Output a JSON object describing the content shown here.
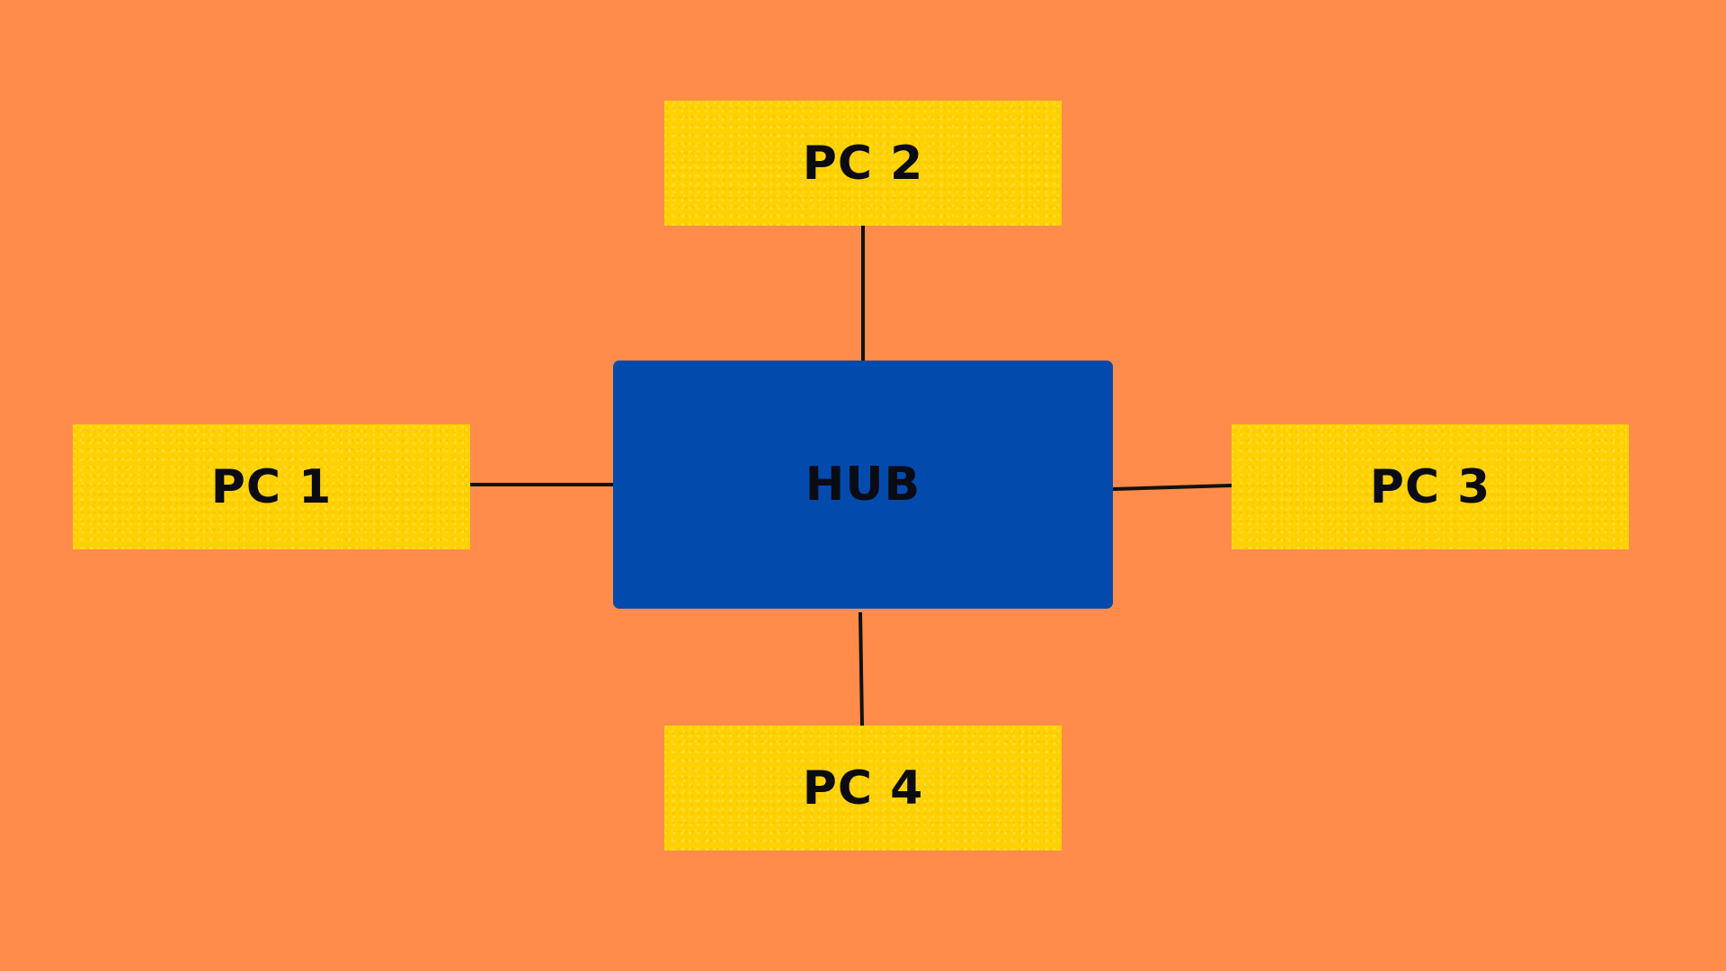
{
  "colors": {
    "background": "#FF8C4B",
    "pc_fill": "#FFD100",
    "hub_fill": "#024BAD",
    "line": "#111111",
    "text": "#0B0B14"
  },
  "diagram": {
    "hub": {
      "label": "HUB"
    },
    "pcs": [
      {
        "label": "PC 1"
      },
      {
        "label": "PC 2"
      },
      {
        "label": "PC 3"
      },
      {
        "label": "PC 4"
      }
    ],
    "connections": [
      {
        "from": "PC 1",
        "to": "HUB"
      },
      {
        "from": "PC 2",
        "to": "HUB"
      },
      {
        "from": "PC 3",
        "to": "HUB"
      },
      {
        "from": "PC 4",
        "to": "HUB"
      }
    ]
  }
}
